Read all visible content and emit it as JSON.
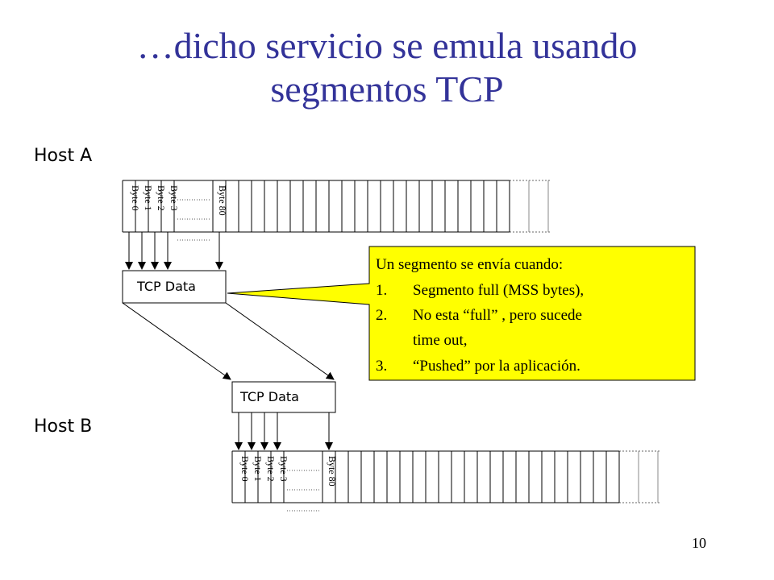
{
  "slide": {
    "title_line1": "…dicho servicio se emula usando",
    "title_line2": "segmentos TCP",
    "page_number": "10"
  },
  "host_a": {
    "label": "Host A",
    "bytes": [
      "Byte 0",
      "Byte 1",
      "Byte 2",
      "Byte 3",
      "Byte 80"
    ]
  },
  "host_b": {
    "label": "Host B",
    "bytes": [
      "Byte 0",
      "Byte 1",
      "Byte 2",
      "Byte 3",
      "Byte 80"
    ]
  },
  "segment_a": {
    "label": "TCP Data"
  },
  "segment_b": {
    "label": "TCP Data"
  },
  "callout": {
    "heading": "Un segmento se envía cuando:",
    "items": [
      {
        "num": "1.",
        "text": "Segmento full (MSS bytes),"
      },
      {
        "num": "2.",
        "text": "No esta “full” , pero sucede",
        "cont": "time out,"
      },
      {
        "num": "3.",
        "text": "“Pushed” por la aplicación."
      }
    ],
    "fill": "#ffff00"
  },
  "colors": {
    "title": "#333399"
  }
}
